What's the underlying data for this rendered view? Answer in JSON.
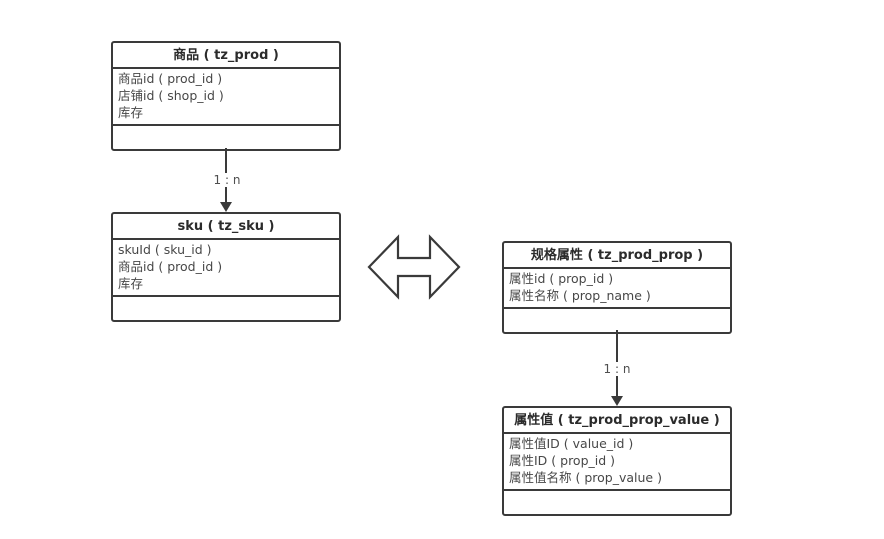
{
  "diagram": {
    "background": "#ffffff",
    "colors": {
      "table_border": "#3a3a3a",
      "header_text": "#2b2b2b",
      "field_text": "#474747",
      "connector": "#3a3a3a",
      "label_text": "#4f4f4f"
    },
    "tables": [
      {
        "id": "prod",
        "title": "商品 ( tz_prod )",
        "fields": [
          "商品id ( prod_id )",
          "店铺id ( shop_id )",
          "库存"
        ]
      },
      {
        "id": "sku",
        "title": "sku ( tz_sku )",
        "fields": [
          "skuId ( sku_id )",
          "商品id ( prod_id )",
          "库存"
        ]
      },
      {
        "id": "prod_prop",
        "title": "规格属性 ( tz_prod_prop )",
        "fields": [
          "属性id ( prop_id )",
          "属性名称 ( prop_name )"
        ]
      },
      {
        "id": "prod_prop_value",
        "title": "属性值 ( tz_prod_prop_value )",
        "fields": [
          "属性值ID ( value_id )",
          "属性ID ( prop_id )",
          "属性值名称 ( prop_value )"
        ]
      }
    ],
    "connectors": [
      {
        "from": "prod",
        "to": "sku",
        "label": "1 : n"
      },
      {
        "from": "prod_prop",
        "to": "prod_prop_value",
        "label": "1 : n"
      }
    ],
    "symbols": [
      {
        "name": "double-arrow",
        "description": "hollow left-right double arrow between sku and prod_prop tables"
      }
    ]
  }
}
